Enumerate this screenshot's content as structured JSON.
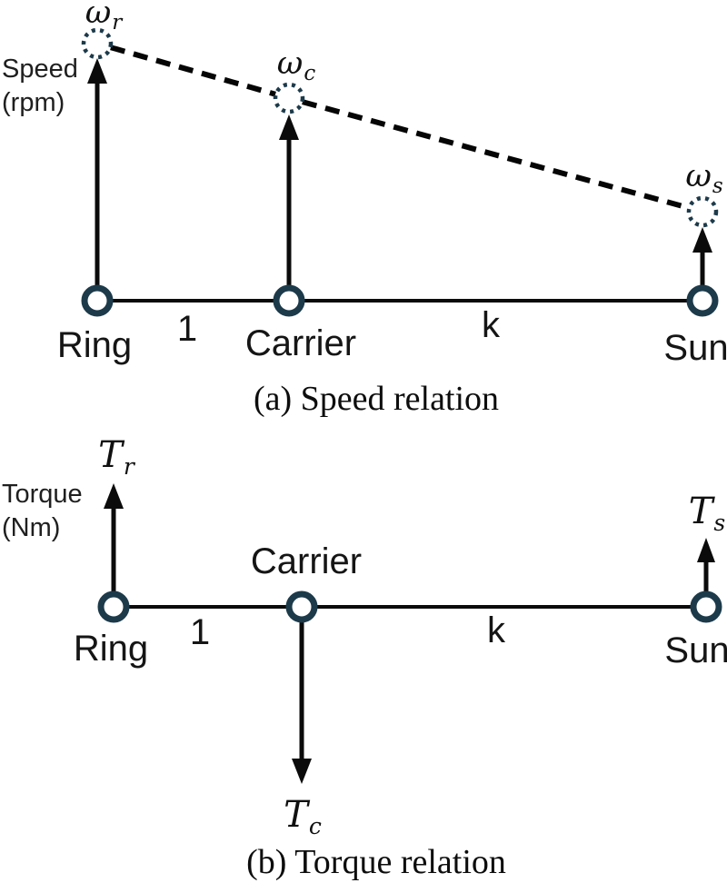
{
  "colors": {
    "background": "#ffffff",
    "node_stroke": "#1c3a4a",
    "speed_marker_stroke": "#1c3a4a",
    "line": "#0b0b0b",
    "text": "#1a1a1a"
  },
  "diagram_a": {
    "caption": "(a) Speed relation",
    "axis_label_line1": "Speed",
    "axis_label_line2": "(rpm)",
    "node_labels": {
      "ring": "Ring",
      "carrier": "Carrier",
      "sun": "Sun"
    },
    "lever_ratios": {
      "ring_carrier": "1",
      "carrier_sun": "k"
    },
    "speed_labels": {
      "ring": {
        "base": "ω",
        "sub": "r"
      },
      "carrier": {
        "base": "ω",
        "sub": "c"
      },
      "sun": {
        "base": "ω",
        "sub": "s"
      }
    }
  },
  "diagram_b": {
    "caption": "(b) Torque relation",
    "axis_label_line1": "Torque",
    "axis_label_line2": "(Nm)",
    "node_labels": {
      "ring": "Ring",
      "carrier": "Carrier",
      "sun": "Sun"
    },
    "lever_ratios": {
      "ring_carrier": "1",
      "carrier_sun": "k"
    },
    "torque_labels": {
      "ring": {
        "base": "T",
        "sub": "r"
      },
      "carrier": {
        "base": "T",
        "sub": "c"
      },
      "sun": {
        "base": "T",
        "sub": "s"
      }
    }
  }
}
